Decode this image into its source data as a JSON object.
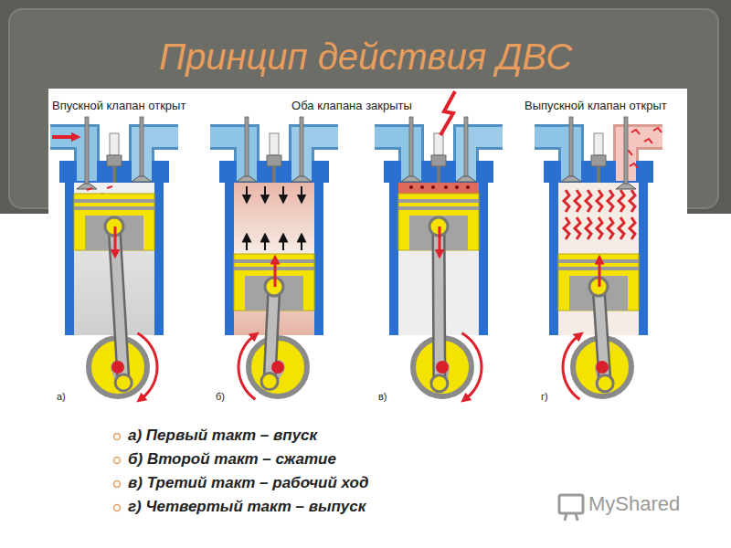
{
  "diagram": {
    "title": "Принцип действия ДВС",
    "labels": [
      "Впускной клапан открыт",
      "Оба клапана закрыты",
      "Выпускной клапан открыт",
      "а)",
      "б)",
      "в)",
      "г)",
      "а) Первый такт – впуск",
      "б) Второй такт – сжатие",
      "в) Третий такт – рабочий ход",
      "г) Четвертый такт – выпуск",
      "MyShared"
    ]
  }
}
